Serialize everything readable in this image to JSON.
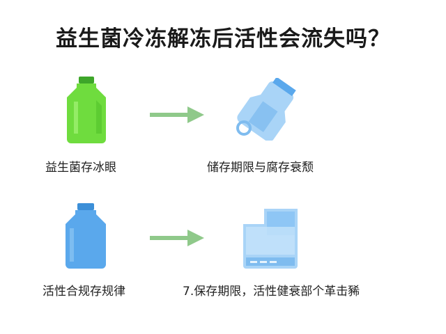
{
  "title": "益生菌冷冻解冻后活性会流失吗？",
  "rows": [
    {
      "left_caption": "益生菌存冰眼",
      "right_caption": "储存期限与腐存衰颓",
      "left_icon": "green-bottle-icon",
      "right_icon": "tipped-blue-bottle-icon"
    },
    {
      "left_caption": "活性合规存规律",
      "right_caption": "7.保存期限，活性健衰部个革击豨",
      "left_icon": "blue-jug-icon",
      "right_icon": "blue-container-icon"
    }
  ],
  "colors": {
    "green": "#6fdc3e",
    "arrow": "#8fc98a",
    "blue": "#5aa8ec",
    "light_blue": "#a9d4f7"
  }
}
